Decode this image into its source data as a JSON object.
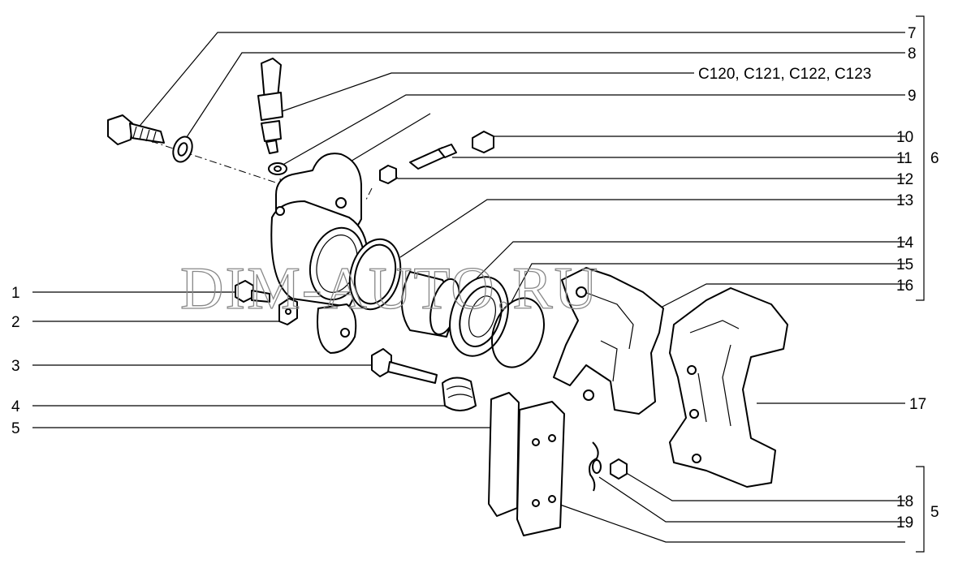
{
  "watermark": "DIM-AUTO.RU",
  "callouts_left": [
    "1",
    "2",
    "3",
    "4",
    "5"
  ],
  "callouts_right": [
    "7",
    "8",
    "C120, C121, C122, C123",
    "9",
    "10",
    "11",
    "12",
    "13",
    "14",
    "15",
    "16",
    "17",
    "18",
    "19"
  ],
  "groups": {
    "upper": "6",
    "lower": "5"
  }
}
